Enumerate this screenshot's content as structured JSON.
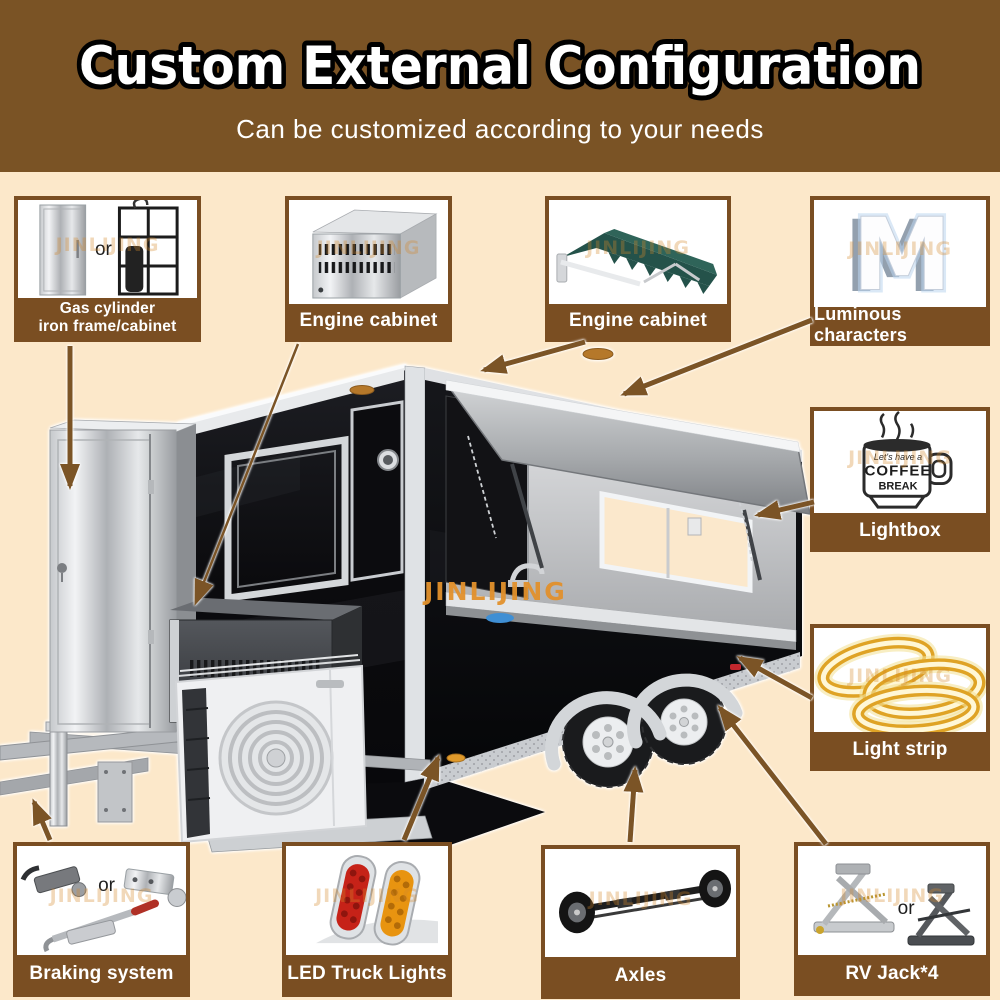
{
  "header": {
    "title": "Custom External Configuration",
    "subtitle": "Can be customized according to your needs"
  },
  "brand": {
    "watermark": "JINLIJING"
  },
  "colors": {
    "banner": "#7a5325",
    "background": "#fce8ca",
    "box_border": "#7a4e22",
    "arrow": "#7b5426",
    "watermark_orange": "#dd8e2a"
  },
  "callouts": [
    {
      "id": "gas-cylinder-cabinet",
      "label": "Gas cylinder\niron frame/cabinet",
      "or_label": "or"
    },
    {
      "id": "engine-cabinet-1",
      "label": "Engine cabinet"
    },
    {
      "id": "awning",
      "label": "Engine cabinet"
    },
    {
      "id": "luminous-characters",
      "label": "Luminous characters",
      "letter": "M"
    },
    {
      "id": "lightbox",
      "label": "Lightbox",
      "sign_line1": "Let's have a",
      "sign_line2": "COFFEE",
      "sign_line3": "BREAK"
    },
    {
      "id": "light-strip",
      "label": "Light strip"
    },
    {
      "id": "rv-jack",
      "label": "RV Jack*4",
      "or_label": "or"
    },
    {
      "id": "axles",
      "label": "Axles"
    },
    {
      "id": "led-truck-lights",
      "label": "LED Truck Lights"
    },
    {
      "id": "braking-system",
      "label": "Braking system",
      "or_label": "or"
    }
  ]
}
